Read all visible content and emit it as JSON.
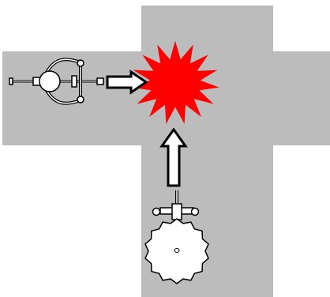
{
  "colors": {
    "road": "#bcbcbc",
    "background": "#ffffff",
    "collision": "#ff0000",
    "outline": "#000000",
    "fill": "#ffffff"
  },
  "elements": {
    "road_layout": "crossroads",
    "vehicle_west": "cyclist-icon",
    "vehicle_south": "motorcycle-icon",
    "impact": "collision-burst-icon",
    "arrow_west_direction": "east",
    "arrow_south_direction": "north"
  }
}
